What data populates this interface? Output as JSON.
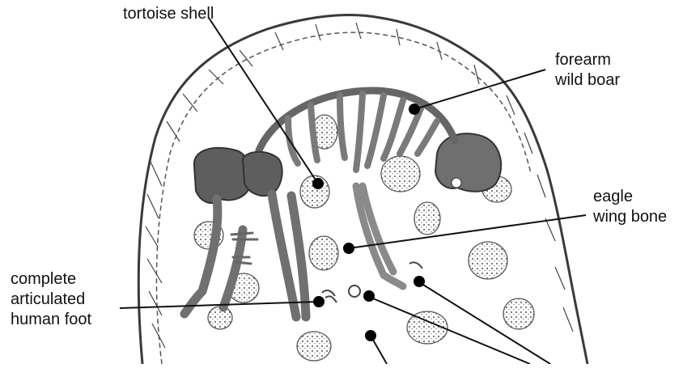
{
  "labels": {
    "tortoise": [
      "tortoise shell"
    ],
    "forearm": [
      "forearm",
      "wild boar"
    ],
    "eagle": [
      "eagle",
      "wing bone"
    ],
    "foot": [
      "complete",
      "articulated",
      "human foot"
    ]
  },
  "colors": {
    "ink": "#111111",
    "bone": "#8a8a8a",
    "bone_dark": "#555555",
    "pit_edge": "#3a3a3a",
    "stone_fill": "#e9e9e9",
    "stone_texture": "#6f6f6f",
    "background": "#ffffff"
  }
}
